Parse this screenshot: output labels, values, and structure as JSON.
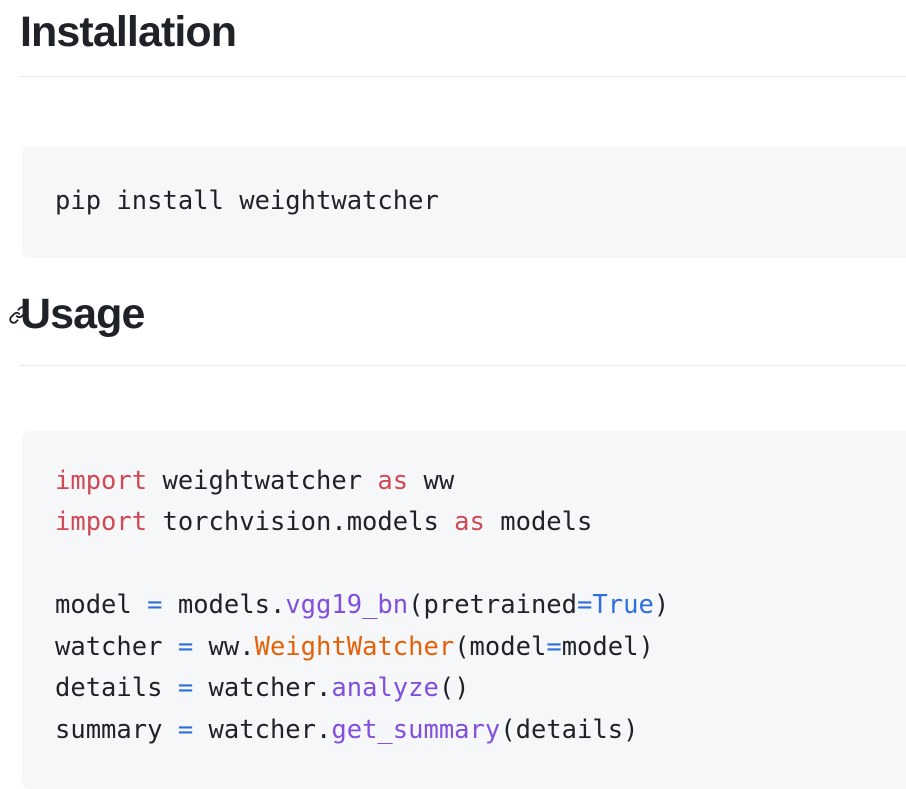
{
  "document": {
    "background_color": "#ffffff",
    "text_color": "#1f2328"
  },
  "sections": [
    {
      "id": "installation",
      "heading": "Installation",
      "has_anchor_icon": false,
      "anchor_icon_name": "link-icon",
      "divider": true,
      "code": {
        "language": "shell",
        "background_color": "#f6f7f9",
        "plain_text": "pip install weightwatcher",
        "lines": [
          {
            "tokens": [
              {
                "text": "pip install weightwatcher",
                "type": "plain"
              }
            ]
          }
        ]
      }
    },
    {
      "id": "usage",
      "heading": "Usage",
      "has_anchor_icon": true,
      "anchor_icon_name": "link-icon",
      "divider": true,
      "code": {
        "language": "python",
        "background_color": "#f6f7f9",
        "plain_text": "import weightwatcher as ww\nimport torchvision.models as models\n\nmodel = models.vgg19_bn(pretrained=True)\nwatcher = ww.WeightWatcher(model=model)\ndetails = watcher.analyze()\nsummary = watcher.get_summary(details)",
        "lines": [
          {
            "tokens": [
              {
                "text": "import",
                "type": "keyword"
              },
              {
                "text": " weightwatcher ",
                "type": "plain"
              },
              {
                "text": "as",
                "type": "keyword"
              },
              {
                "text": " ww",
                "type": "plain"
              }
            ]
          },
          {
            "tokens": [
              {
                "text": "import",
                "type": "keyword"
              },
              {
                "text": " torchvision.models ",
                "type": "plain"
              },
              {
                "text": "as",
                "type": "keyword"
              },
              {
                "text": " models",
                "type": "plain"
              }
            ]
          },
          {
            "blank": true,
            "tokens": []
          },
          {
            "tokens": [
              {
                "text": "model ",
                "type": "plain"
              },
              {
                "text": "=",
                "type": "operator"
              },
              {
                "text": " models.",
                "type": "plain"
              },
              {
                "text": "vgg19_bn",
                "type": "function"
              },
              {
                "text": "(pretrained",
                "type": "plain"
              },
              {
                "text": "=",
                "type": "operator"
              },
              {
                "text": "True",
                "type": "literal"
              },
              {
                "text": ")",
                "type": "plain"
              }
            ]
          },
          {
            "tokens": [
              {
                "text": "watcher ",
                "type": "plain"
              },
              {
                "text": "=",
                "type": "operator"
              },
              {
                "text": " ww.",
                "type": "plain"
              },
              {
                "text": "WeightWatcher",
                "type": "class"
              },
              {
                "text": "(model",
                "type": "plain"
              },
              {
                "text": "=",
                "type": "operator"
              },
              {
                "text": "model)",
                "type": "plain"
              }
            ]
          },
          {
            "tokens": [
              {
                "text": "details ",
                "type": "plain"
              },
              {
                "text": "=",
                "type": "operator"
              },
              {
                "text": " watcher.",
                "type": "plain"
              },
              {
                "text": "analyze",
                "type": "function"
              },
              {
                "text": "()",
                "type": "plain"
              }
            ]
          },
          {
            "tokens": [
              {
                "text": "summary ",
                "type": "plain"
              },
              {
                "text": "=",
                "type": "operator"
              },
              {
                "text": " watcher.",
                "type": "plain"
              },
              {
                "text": "get_summary",
                "type": "function"
              },
              {
                "text": "(details)",
                "type": "plain"
              }
            ]
          }
        ]
      }
    }
  ],
  "colors": {
    "keyword": "#cf4a56",
    "operator": "#2f6fdb",
    "function": "#8250df",
    "class": "#e36209",
    "literal": "#2f6fdb",
    "plain": "#1f2328",
    "code_background": "#f6f7f9",
    "divider": "#e8eaef"
  }
}
